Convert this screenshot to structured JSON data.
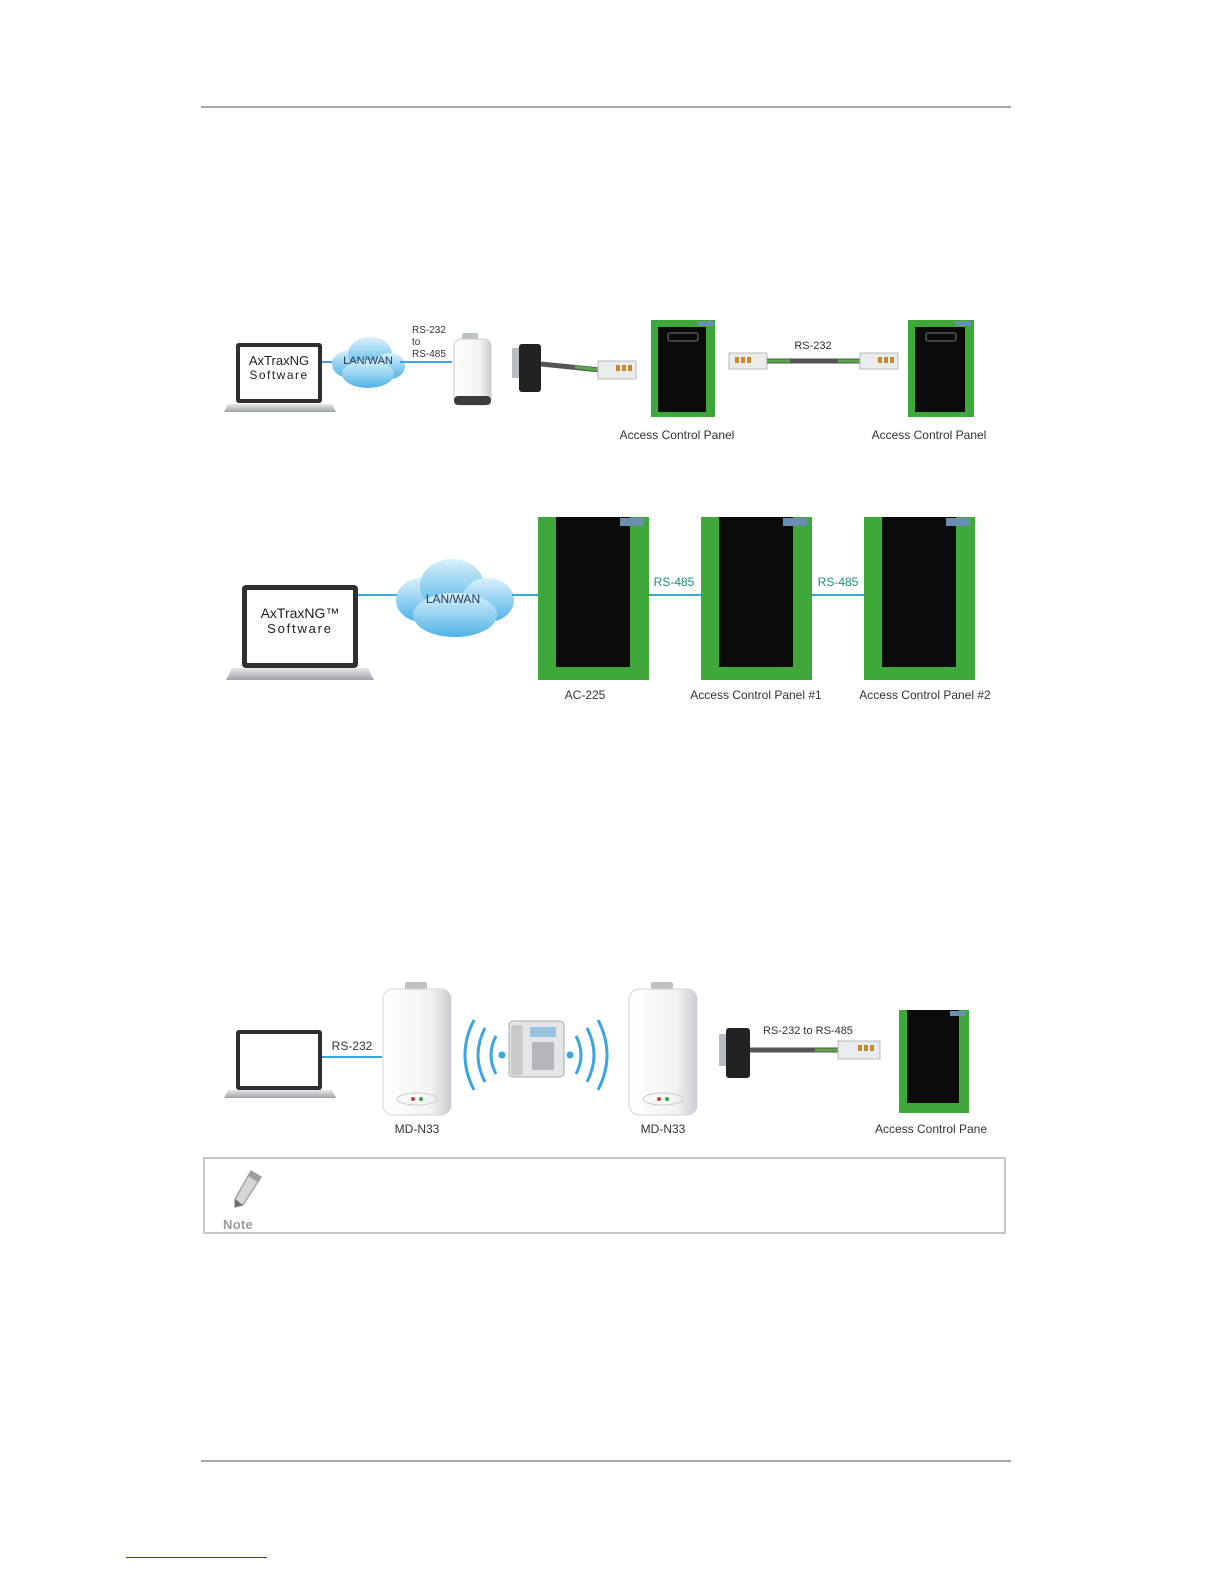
{
  "diagram1": {
    "laptop_screen_text_line1": "AxTraxNG",
    "laptop_screen_text_line2": "Software",
    "network_label": "LAN/WAN",
    "converter_label_line1": "RS-232",
    "converter_label_line2": "to",
    "converter_label_line3": "RS-485",
    "link_label": "RS-232",
    "panel1_label": "Access Control Panel",
    "panel2_label": "Access Control Panel"
  },
  "diagram2": {
    "laptop_screen_text_line1": "AxTraxNG™",
    "laptop_screen_text_line2": "Software",
    "network_label": "LAN/WAN",
    "link1_label": "RS-485",
    "link2_label": "RS-485",
    "panel1_label": "AC-225",
    "panel2_label": "Access Control Panel #1",
    "panel3_label": "Access Control Panel #2"
  },
  "diagram3": {
    "link1_label": "RS-232",
    "modem1_label": "MD-N33",
    "modem2_label": "MD-N33",
    "cable_label": "RS-232 to RS-485",
    "panel_label": "Access Control Pane"
  },
  "note": {
    "label": "Note"
  },
  "colors": {
    "line_blue": "#3aa6e0",
    "board_green": "#3ea83a",
    "rs485_teal": "#1f8f7f"
  }
}
